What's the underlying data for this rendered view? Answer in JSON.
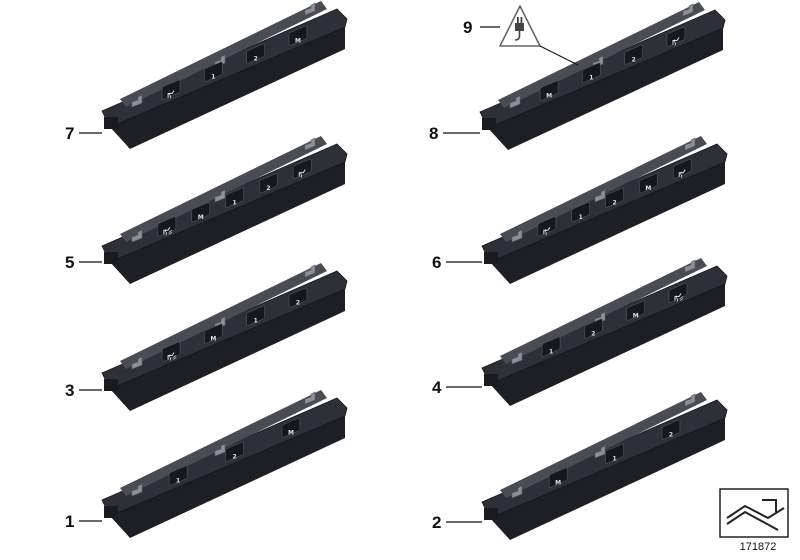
{
  "diagram_reference": "171872",
  "parts": [
    {
      "callout": "7",
      "buttons": [
        "seat-heat-icon",
        "1",
        "2",
        "M"
      ]
    },
    {
      "callout": "8",
      "buttons": [
        "M",
        "1",
        "2",
        "seat-heat-icon"
      ]
    },
    {
      "callout": "5",
      "buttons": [
        "seat-heat-vent-icon",
        "M",
        "1",
        "2",
        "seat-heat-icon"
      ]
    },
    {
      "callout": "6",
      "buttons": [
        "seat-heat-icon",
        "1",
        "2",
        "M",
        "seat-heat-icon"
      ]
    },
    {
      "callout": "3",
      "buttons": [
        "seat-heat-vent-icon",
        "M",
        "1",
        "2"
      ]
    },
    {
      "callout": "4",
      "buttons": [
        "1",
        "2",
        "M",
        "seat-heat-vent-icon"
      ]
    },
    {
      "callout": "1",
      "buttons": [
        "1",
        "2",
        "M"
      ]
    },
    {
      "callout": "2",
      "buttons": [
        "M",
        "1",
        "2"
      ]
    }
  ],
  "connector": {
    "callout": "9",
    "icon": "plug-warning-icon"
  },
  "colors": {
    "housing": "#2e3037",
    "housing_top": "#4a4c54",
    "clip": "#8e9096",
    "label_white": "#e0e0e0"
  }
}
